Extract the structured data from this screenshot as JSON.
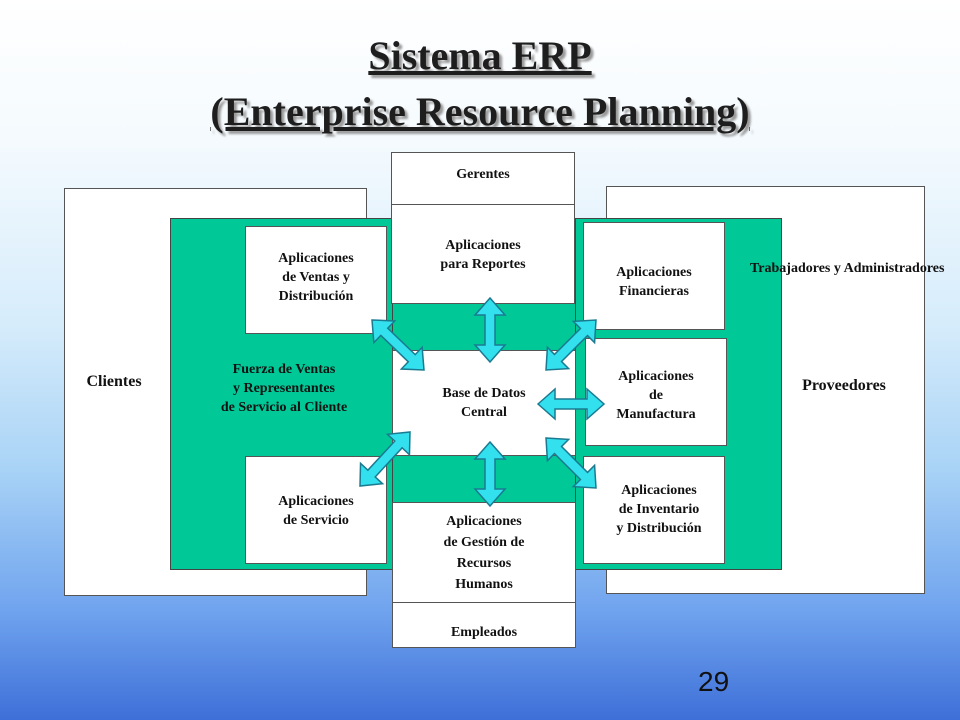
{
  "title": {
    "line1": "Sistema ERP",
    "line2": "(Enterprise Resource Planning)"
  },
  "left_panel": {
    "outer_label": "Clientes",
    "inner_label": [
      "Fuerza de Ventas",
      "y Representantes",
      "de Servicio al Cliente"
    ]
  },
  "right_panel": {
    "outer_label": "Proveedores",
    "inner_label": "Trabajadores y Administradores"
  },
  "top_column": {
    "header": "Gerentes",
    "box": [
      "Aplicaciones",
      "para Reportes"
    ]
  },
  "bottom_column": {
    "box": [
      "Aplicaciones",
      "de Gestión de",
      "Recursos",
      "Humanos"
    ],
    "footer": "Empleados"
  },
  "center": [
    "Base de Datos",
    "Central"
  ],
  "apps": {
    "sales": [
      "Aplicaciones",
      "de Ventas y",
      "Distribución"
    ],
    "service": [
      "Aplicaciones",
      "de Servicio"
    ],
    "financial": [
      "Aplicaciones",
      "Financieras"
    ],
    "manufacturing": [
      "Aplicaciones",
      "de",
      "Manufactura"
    ],
    "inventory": [
      "Aplicaciones",
      "de Inventario",
      "y Distribución"
    ]
  },
  "colors": {
    "green": "#00c896",
    "arrow_fill": "#33e0ee",
    "arrow_stroke": "#1a7a90"
  },
  "page_number": "29"
}
